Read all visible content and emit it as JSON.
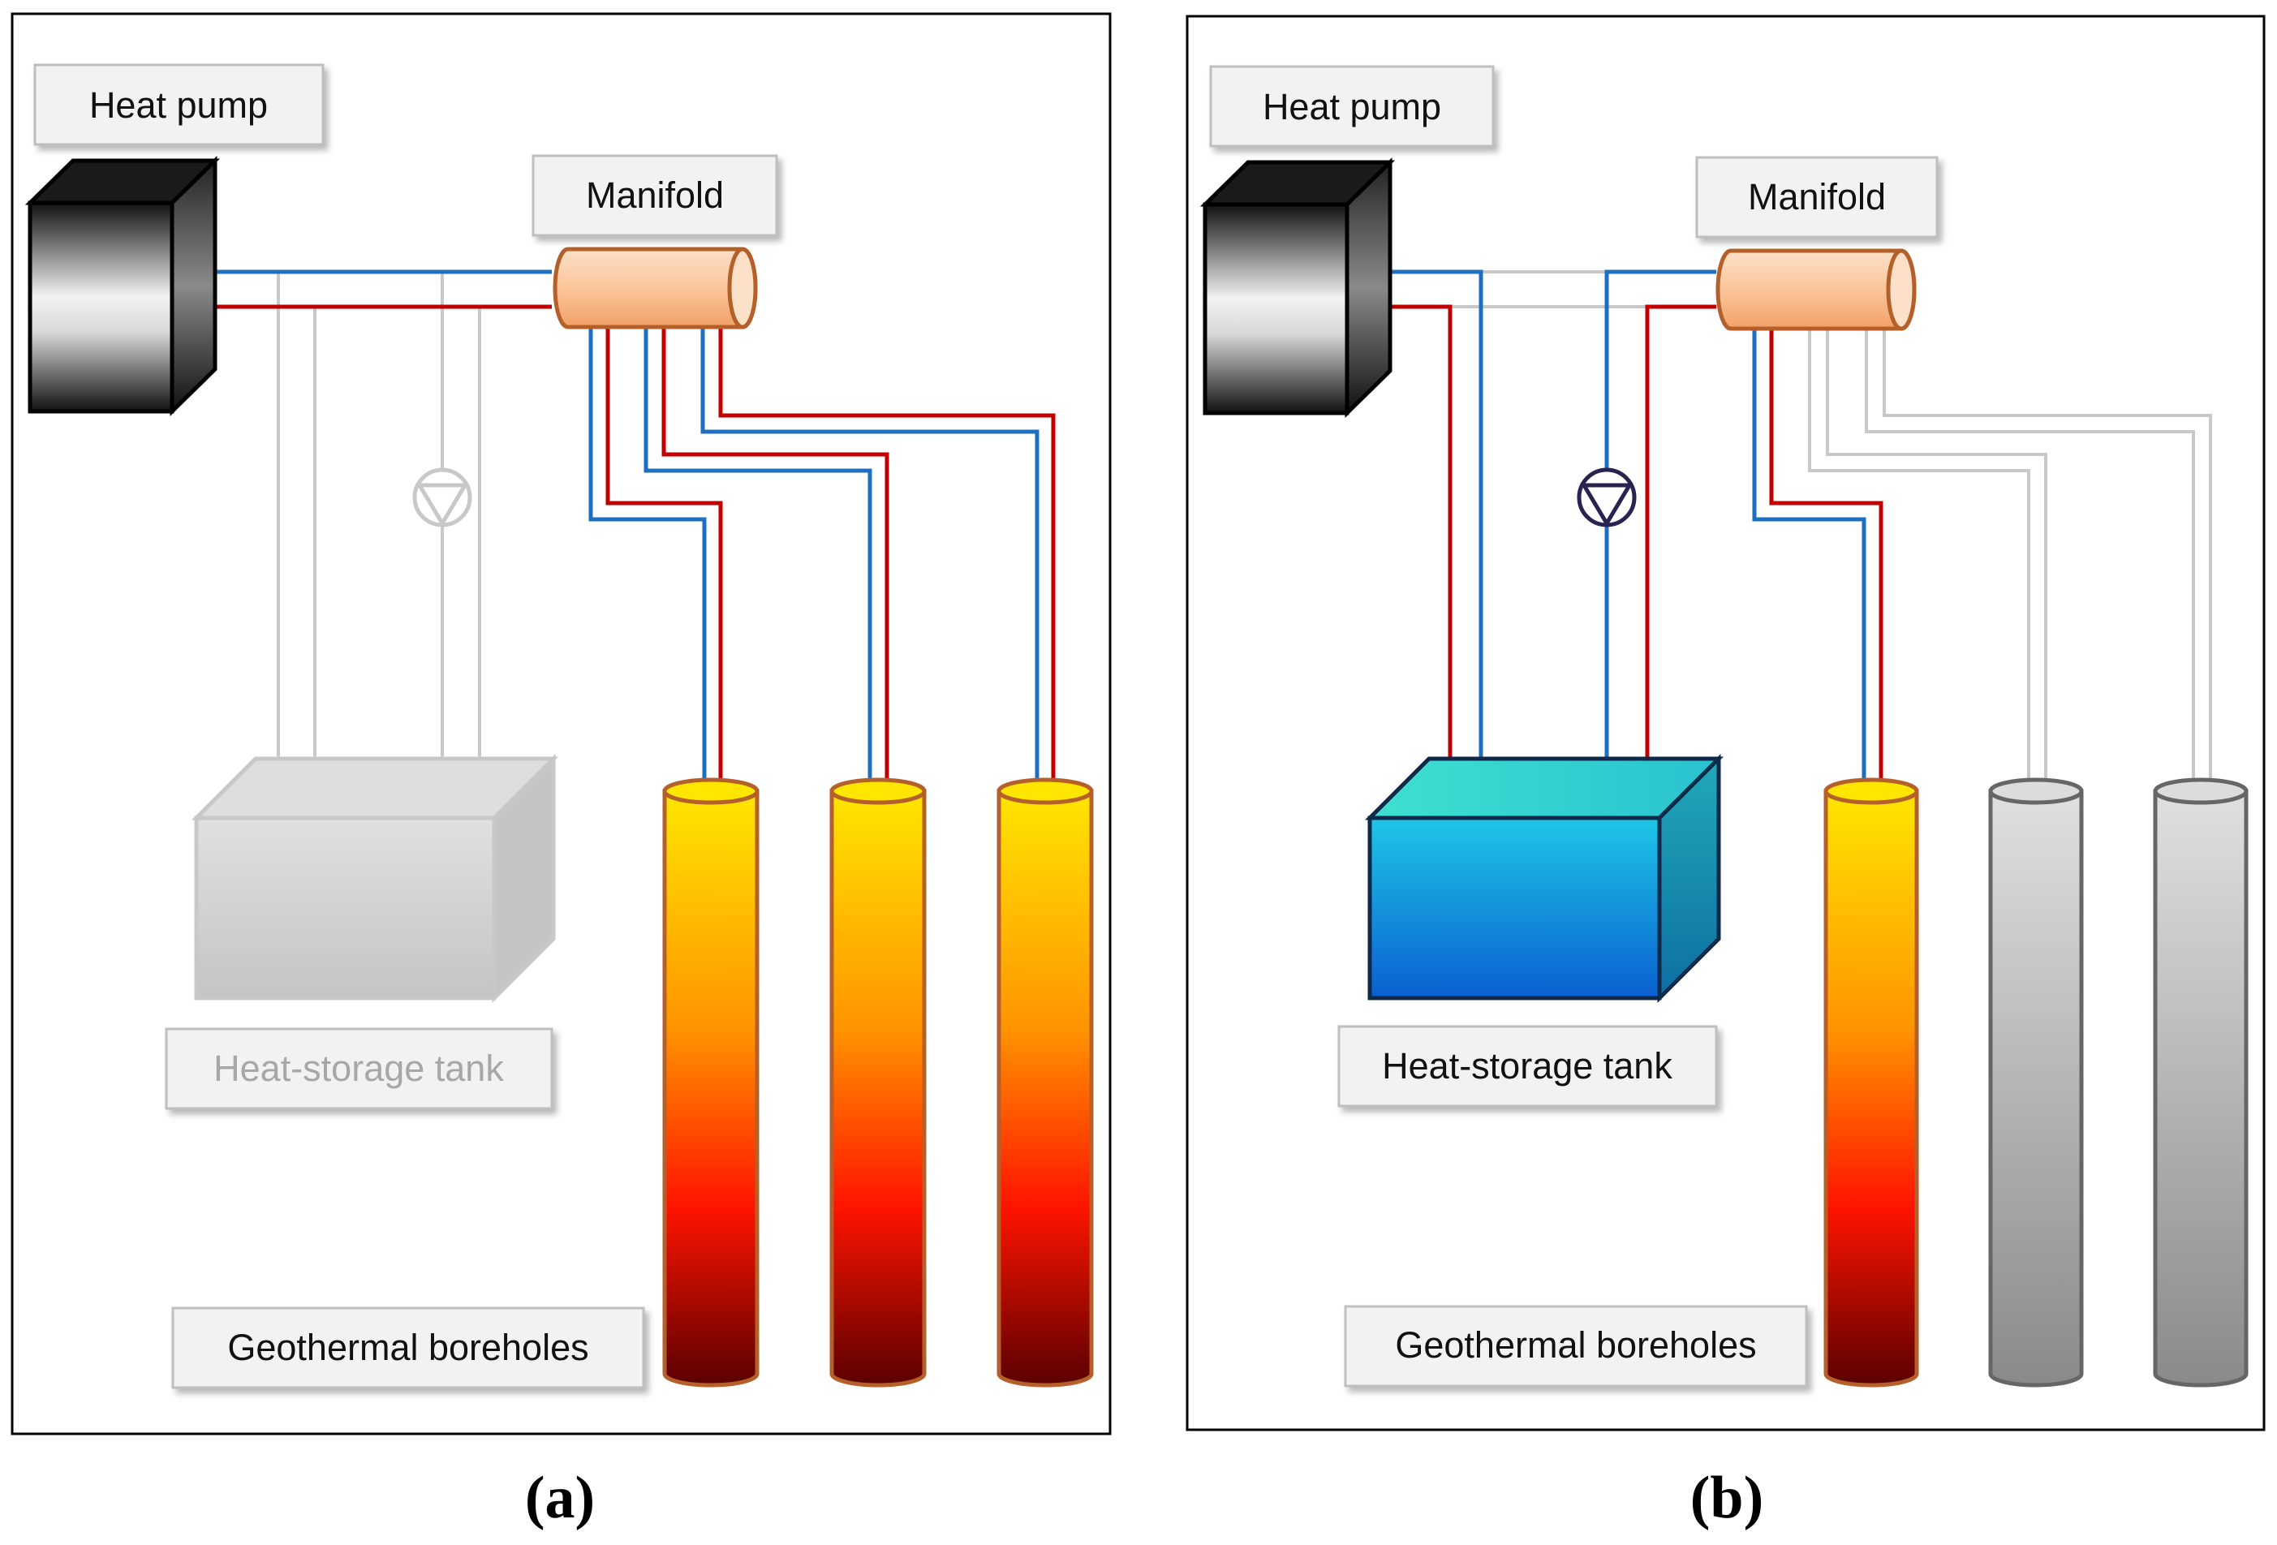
{
  "panel_a": {
    "caption": "(a)",
    "heat_pump_label": "Heat pump",
    "manifold_label": "Manifold",
    "tank_label": "Heat-storage tank",
    "boreholes_label": "Geothermal boreholes",
    "tank_active": false,
    "active_boreholes": 3,
    "total_boreholes": 3
  },
  "panel_b": {
    "caption": "(b)",
    "heat_pump_label": "Heat pump",
    "manifold_label": "Manifold",
    "tank_label": "Heat-storage tank",
    "boreholes_label": "Geothermal boreholes",
    "tank_active": true,
    "active_boreholes": 1,
    "total_boreholes": 3
  },
  "colors": {
    "supply_pipe": "#1f6fc0",
    "return_pipe": "#c00000",
    "inactive_pipe": "#c8c8c8",
    "manifold_fill": "#fbc59a",
    "manifold_stroke": "#b5602a",
    "active_borehole_top": "#ffe000",
    "active_borehole_mid": "#ff1a00",
    "active_borehole_bottom": "#5a0000",
    "inactive_borehole": "#b0b0b0",
    "tank_fill": "#1aa6e0",
    "tank_top": "#3fdcd6",
    "tank_inactive": "#d0d0d0"
  }
}
